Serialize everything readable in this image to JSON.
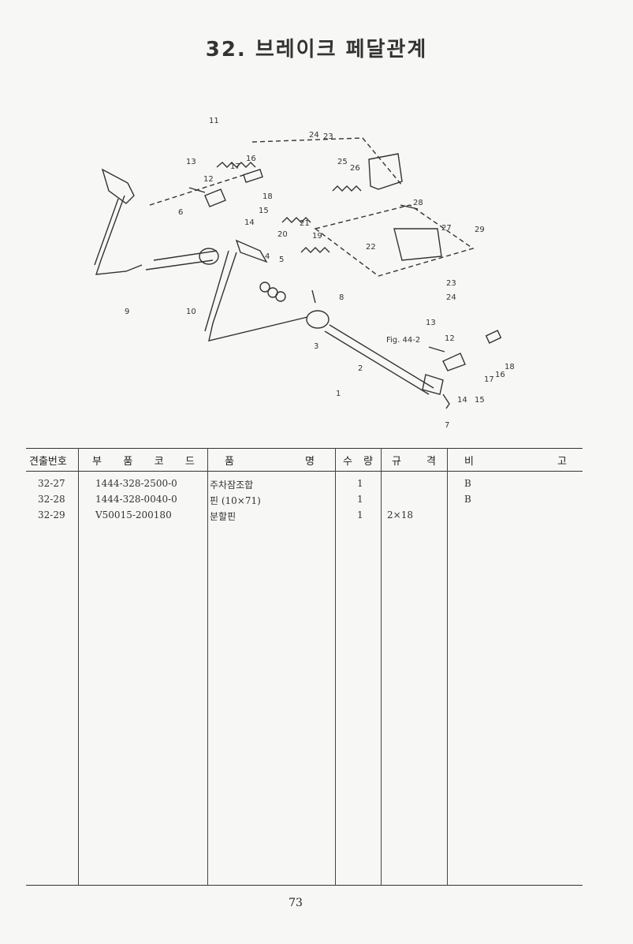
{
  "page": {
    "title": "32. 브레이크 페달관계",
    "page_number": "73"
  },
  "figure": {
    "callouts": [
      "1",
      "2",
      "3",
      "4",
      "5",
      "6",
      "7",
      "8",
      "9",
      "10",
      "11",
      "12",
      "13",
      "14",
      "15",
      "16",
      "17",
      "18",
      "19",
      "20",
      "21",
      "22",
      "23",
      "24",
      "25",
      "26",
      "27",
      "28",
      "29",
      "13",
      "12",
      "17",
      "16",
      "18",
      "14",
      "15",
      "23",
      "24"
    ],
    "fig_ref": "Fig. 44-2"
  },
  "table": {
    "headers": {
      "no_label": "견출번호",
      "code_chars": [
        "부",
        "품",
        "코",
        "드"
      ],
      "name_chars": [
        "품",
        "명"
      ],
      "qty_chars": [
        "수",
        "량"
      ],
      "spec_chars": [
        "규",
        "격"
      ],
      "note_chars": [
        "비",
        "고"
      ]
    },
    "rows": [
      {
        "no": "32-27",
        "code": "1444-328-2500-0",
        "name": "주차잠조합",
        "qty": "1",
        "spec": "",
        "note": "B"
      },
      {
        "no": "32-28",
        "code": "1444-328-0040-0",
        "name": "핀 (10×71)",
        "qty": "1",
        "spec": "",
        "note": "B"
      },
      {
        "no": "32-29",
        "code": "V50015-200180",
        "name": "분할핀",
        "qty": "1",
        "spec": "2×18",
        "note": ""
      }
    ]
  }
}
